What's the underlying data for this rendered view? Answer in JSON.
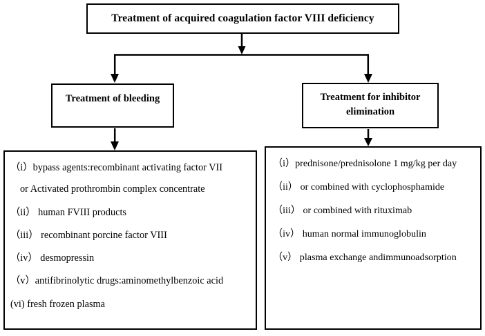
{
  "flowchart": {
    "title_box": {
      "label": "Treatment of acquired coagulation factor VIII deficiency"
    },
    "branches": {
      "left": {
        "heading": "Treatment of bleeding",
        "items": [
          {
            "marker": "（i）",
            "text": "bypass agents:recombinant activating factor VII",
            "continuation": "or Activated prothrombin complex concentrate"
          },
          {
            "marker": "（ii）",
            "text": "human FVIII products",
            "continuation": ""
          },
          {
            "marker": "（iii）",
            "text": "recombinant porcine factor VIII",
            "continuation": ""
          },
          {
            "marker": "（iv）",
            "text": "desmopressin",
            "continuation": ""
          },
          {
            "marker": "（v）",
            "text": "antifibrinolytic drugs:aminomethylbenzoic acid",
            "continuation": ""
          },
          {
            "marker": "(vi)",
            "text": "fresh frozen plasma",
            "continuation": ""
          }
        ]
      },
      "right": {
        "heading_line1": "Treatment for inhibitor",
        "heading_line2": "elimination",
        "items": [
          {
            "marker": "（i）",
            "text": "prednisone/prednisolone 1 mg/kg per day"
          },
          {
            "marker": "（ii）",
            "text": "or combined with cyclophosphamide"
          },
          {
            "marker": "（iii）",
            "text": "or combined with rituximab"
          },
          {
            "marker": "（iv）",
            "text": "human normal immunoglobulin"
          },
          {
            "marker": "（v）",
            "text": "plasma exchange andimmunoadsorption"
          }
        ]
      }
    },
    "colors": {
      "line": "#000000",
      "background": "#ffffff"
    }
  }
}
